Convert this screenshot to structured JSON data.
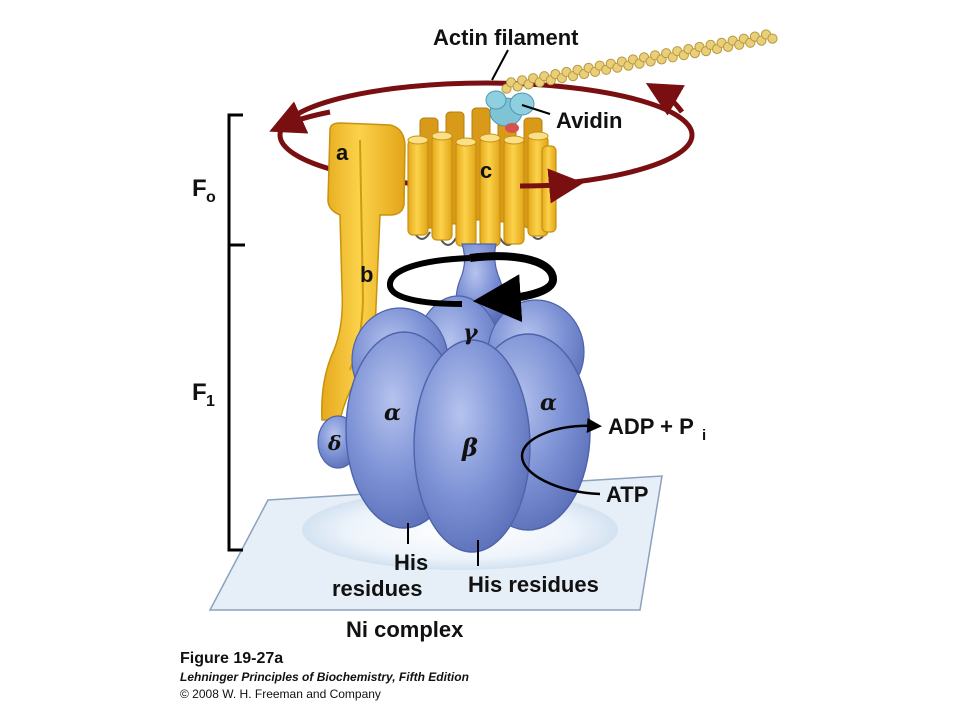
{
  "labels": {
    "actin_filament": "Actin filament",
    "avidin": "Avidin",
    "fo_main": "F",
    "fo_sub": "o",
    "f1_main": "F",
    "f1_sub": "1",
    "subunit_a": "a",
    "subunit_b": "b",
    "subunit_c": "c",
    "gamma": "γ",
    "alpha_left": "α",
    "alpha_right": "α",
    "beta": "β",
    "delta": "δ",
    "adp_pi": "ADP + P",
    "adp_pi_sub": "i",
    "atp": "ATP",
    "his_left_line1": "His",
    "his_left_line2": "residues",
    "his_right": "His residues",
    "ni_complex": "Ni complex"
  },
  "caption": {
    "figure": "Figure 19-27a",
    "book": "Lehninger Principles of Biochemistry, Fifth Edition",
    "copyright": "© 2008 W. H. Freeman and Company"
  },
  "colors": {
    "yellow": "#f5c431",
    "yellow_stroke": "#c7920e",
    "blue": "#7e93d6",
    "blue_stroke": "#4e63a8",
    "dark_red": "#7a0f12",
    "avidin": "#7fc4d6",
    "bead": "#e9cf7a"
  }
}
